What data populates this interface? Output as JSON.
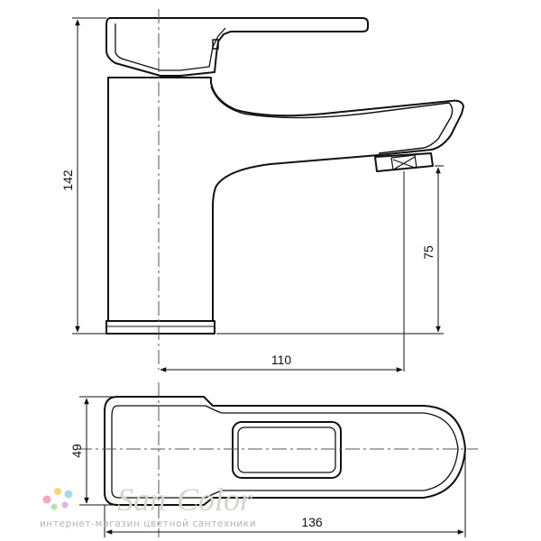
{
  "dimensions": {
    "height_total": "142",
    "spout_height": "75",
    "spout_reach": "110",
    "base_width": "49",
    "total_length": "136"
  },
  "watermark": {
    "brand": "SanColor",
    "tagline": "интернет-магазин цветной сантехники",
    "dot_colors": [
      "#f4a6c8",
      "#f9d67a",
      "#a9d8f2",
      "#b9e3a4",
      "#d7b6ee"
    ]
  }
}
